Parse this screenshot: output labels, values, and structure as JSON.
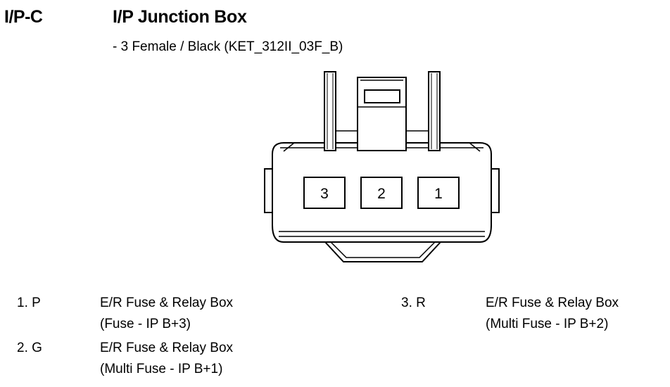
{
  "header": {
    "code": "I/P-C",
    "title": "I/P Junction Box",
    "subtitle": "- 3 Female / Black (KET_312II_03F_B)"
  },
  "connector": {
    "pins": [
      "3",
      "2",
      "1"
    ]
  },
  "pinout": [
    {
      "pin": "1. P",
      "lines": [
        "E/R Fuse & Relay Box",
        "(Fuse - IP B+3)"
      ]
    },
    {
      "pin": "2. G",
      "lines": [
        "E/R Fuse & Relay Box",
        "(Multi Fuse - IP B+1)"
      ]
    },
    {
      "pin": "3. R",
      "lines": [
        "E/R Fuse & Relay Box",
        "(Multi Fuse - IP B+2)"
      ]
    }
  ]
}
